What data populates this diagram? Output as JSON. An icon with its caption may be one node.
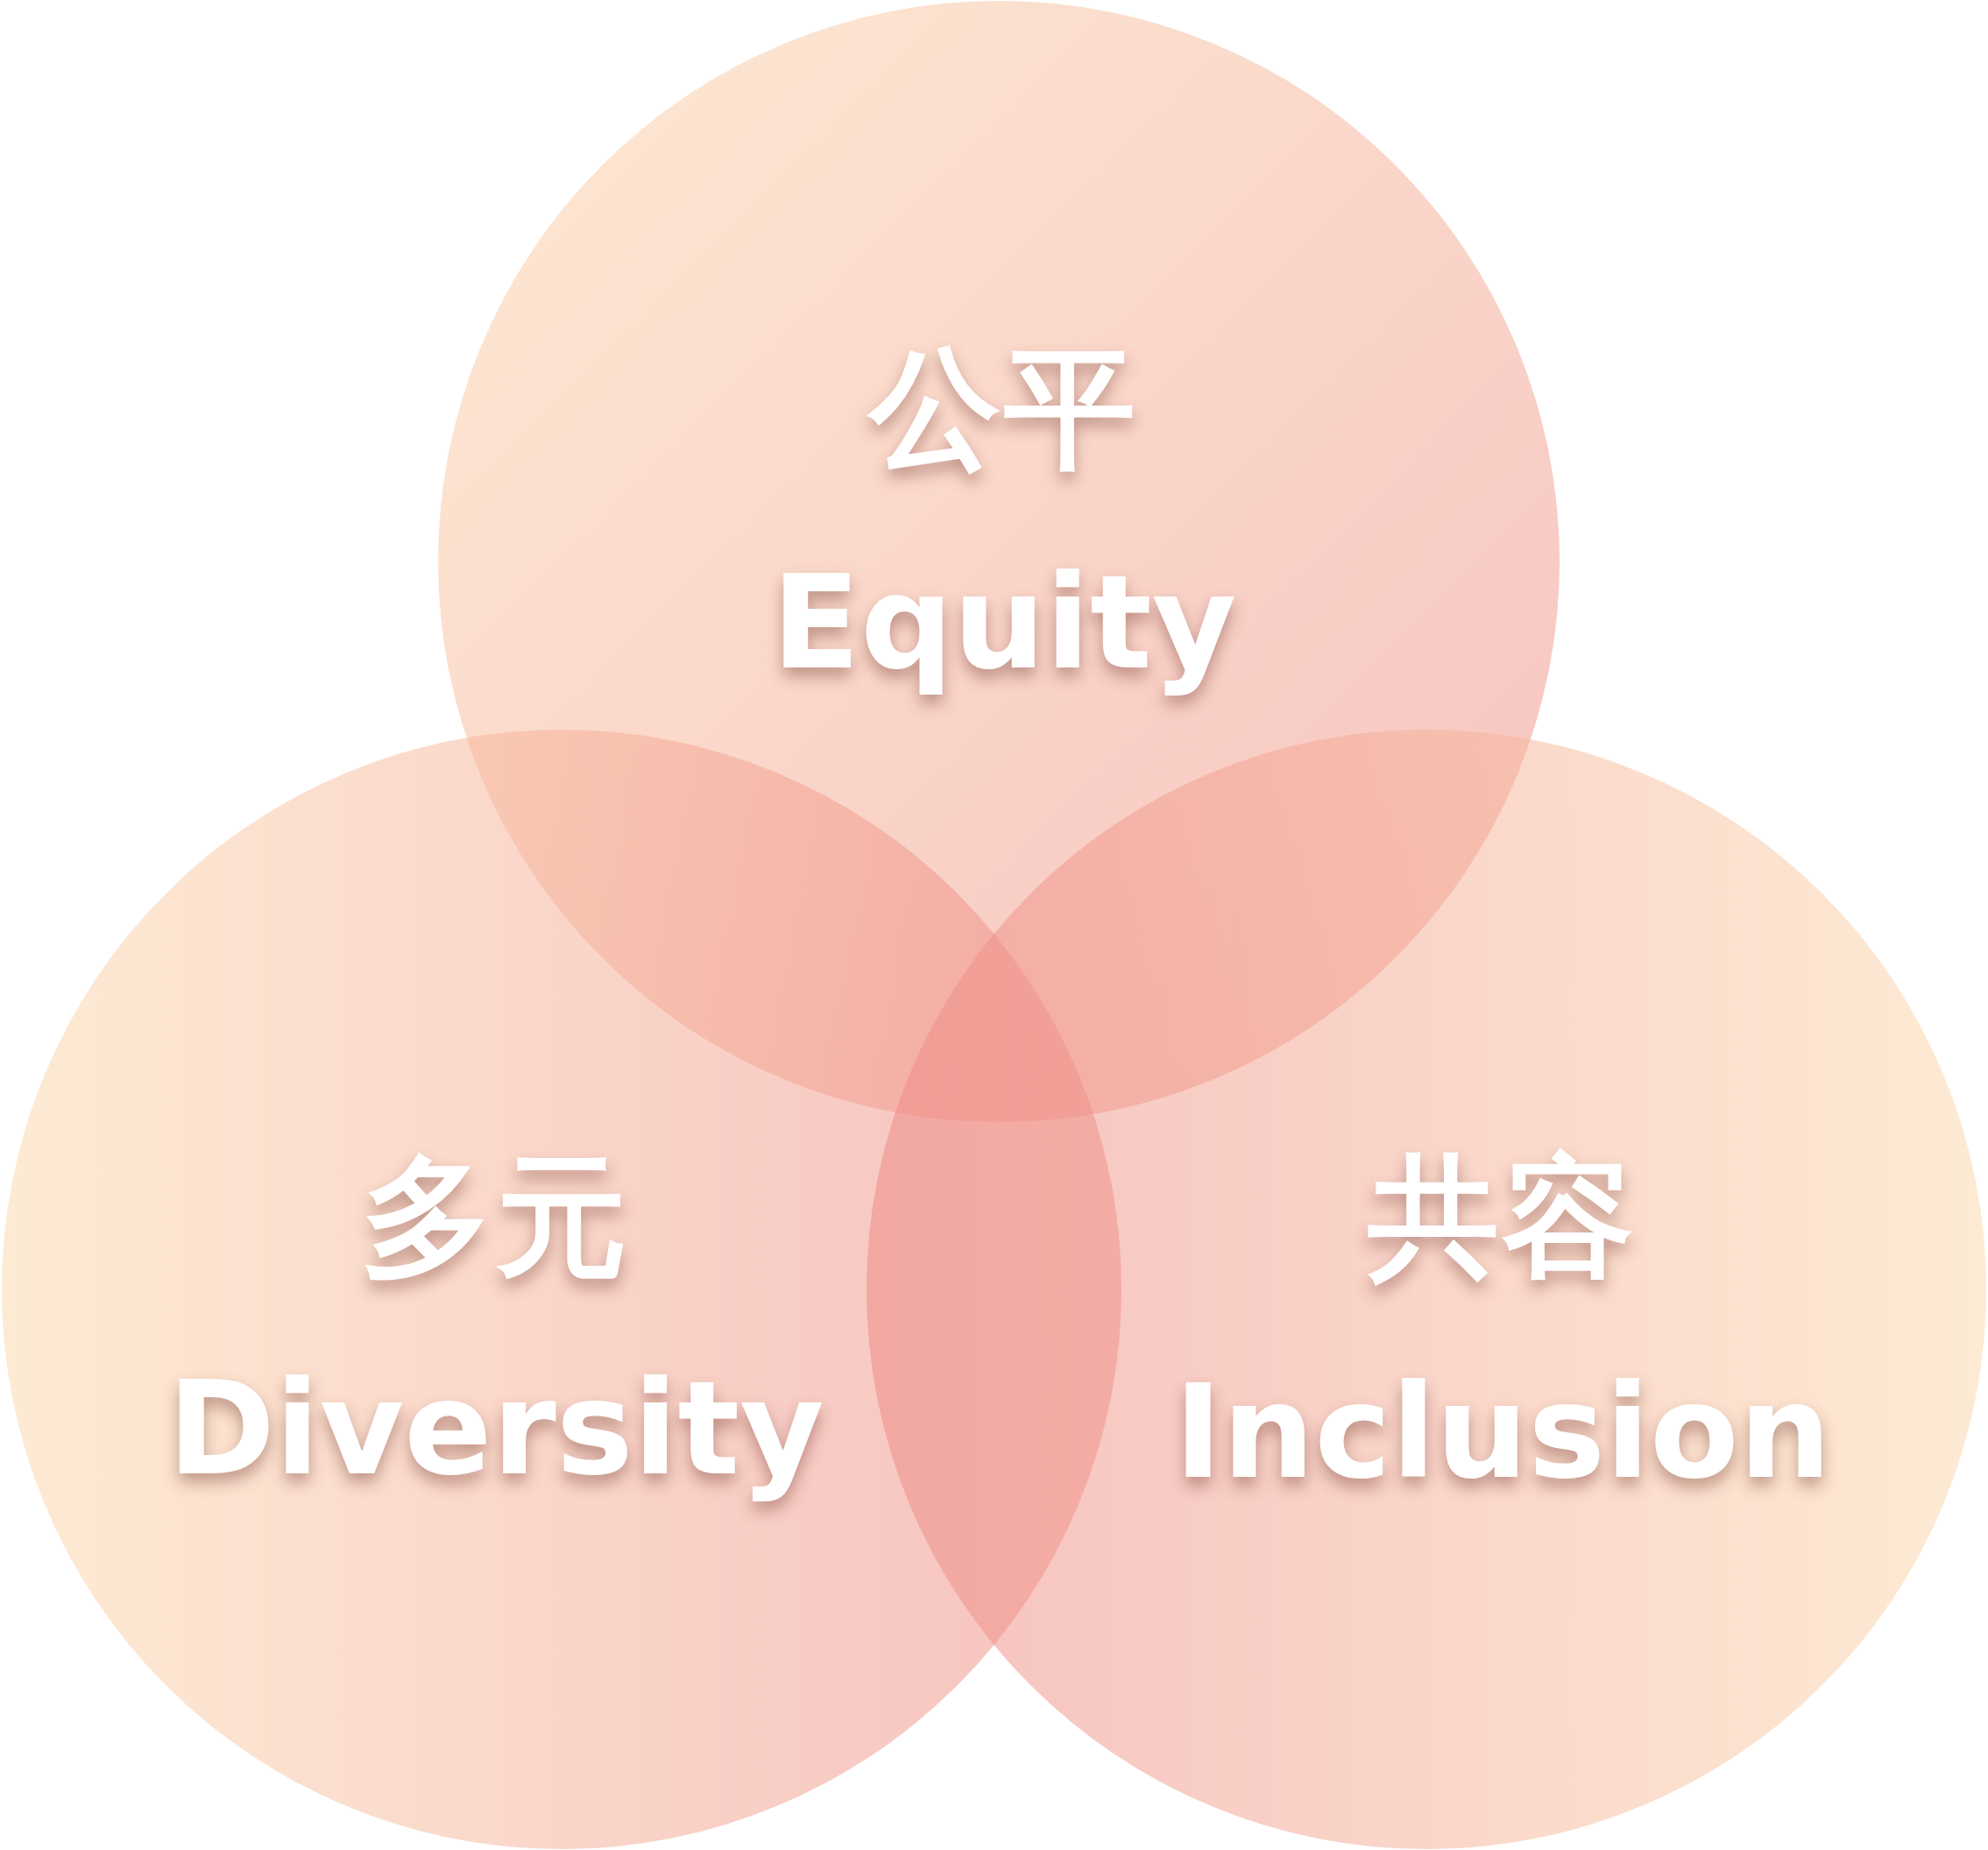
{
  "diagram": {
    "nodes": [
      {
        "text": [
          "公平",
          "Equity"
        ]
      },
      {
        "text": [
          "多元",
          "Diversity"
        ]
      },
      {
        "text": [
          "共容",
          "Inclusion"
        ]
      }
    ]
  }
}
